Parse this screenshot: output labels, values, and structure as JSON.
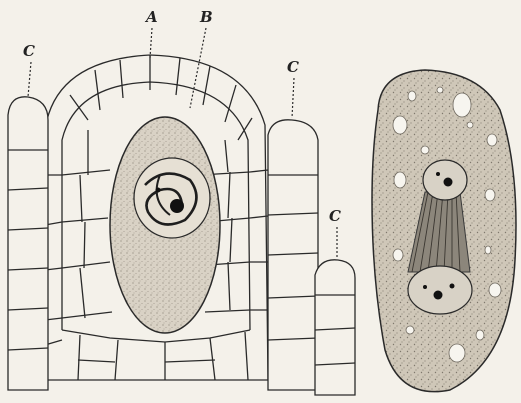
{
  "labels": {
    "a": "A",
    "b": "B",
    "c1": "C",
    "c2": "C",
    "c3": "C"
  },
  "colors": {
    "background": "#f4f1ea",
    "line": "#2a2a2a",
    "cell_fill": "#d8d1c4",
    "vacuole": "#f7f5ef",
    "fibers": "#6f6a61"
  }
}
